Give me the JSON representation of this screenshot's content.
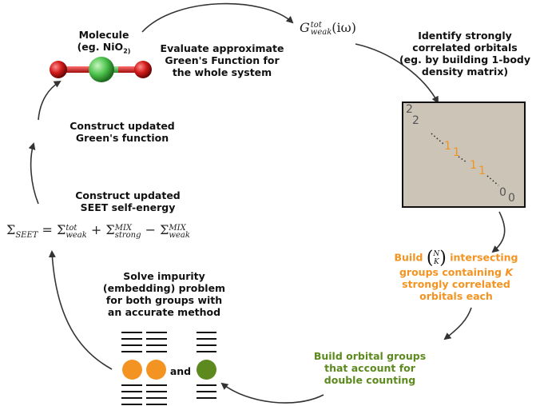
{
  "steps": {
    "molecule": "Molecule",
    "molecule_example": "(eg. NiO",
    "molecule_example_sub": "2)",
    "evaluate": [
      "Evaluate approximate",
      "Green's Function for",
      "the whole system"
    ],
    "identify": [
      "Identify strongly",
      "correlated orbitals",
      "(eg. by building 1-body",
      "density matrix)"
    ],
    "build_intersecting_prefix": "Build",
    "binom_top": "N",
    "binom_bottom": "K",
    "build_intersecting_suffix": "intersecting",
    "build_intersecting_line2_prefix": "groups containing",
    "build_intersecting_line2_k": "K",
    "build_intersecting_rest": [
      "strongly correlated",
      "orbitals each"
    ],
    "build_orbital_groups": [
      "Build orbital groups",
      "that account for",
      "double counting"
    ],
    "solve": [
      "Solve impurity",
      "(embedding) problem",
      "for both groups with",
      "an accurate method"
    ],
    "and": "and",
    "construct_self_energy": [
      "Construct updated",
      "SEET self-energy"
    ],
    "construct_green": [
      "Construct updated",
      "Green's function"
    ]
  },
  "formulas": {
    "gweak": {
      "base": "G",
      "sup": "tot",
      "sub": "weak",
      "arg": "(iω)"
    },
    "seet": {
      "lhs": "Σ",
      "lhs_sub": "SEET",
      "eq": " = ",
      "t1": "Σ",
      "t1_sup": "tot",
      "t1_sub": "weak",
      "op1": " + ",
      "t2": "Σ",
      "t2_sup": "MIX",
      "t2_sub": "strong",
      "op2": " − ",
      "t3": "Σ",
      "t3_sup": "MIX",
      "t3_sub": "weak"
    }
  },
  "matrix": {
    "entries": [
      "2",
      "2",
      "1",
      "1",
      "1",
      "1",
      "0",
      "0"
    ],
    "bg_color": "#ccc4b7"
  },
  "colors": {
    "orange": "#f39422",
    "green": "#5c8a1e",
    "ni": "#4cc34c",
    "o": "#d01818"
  }
}
